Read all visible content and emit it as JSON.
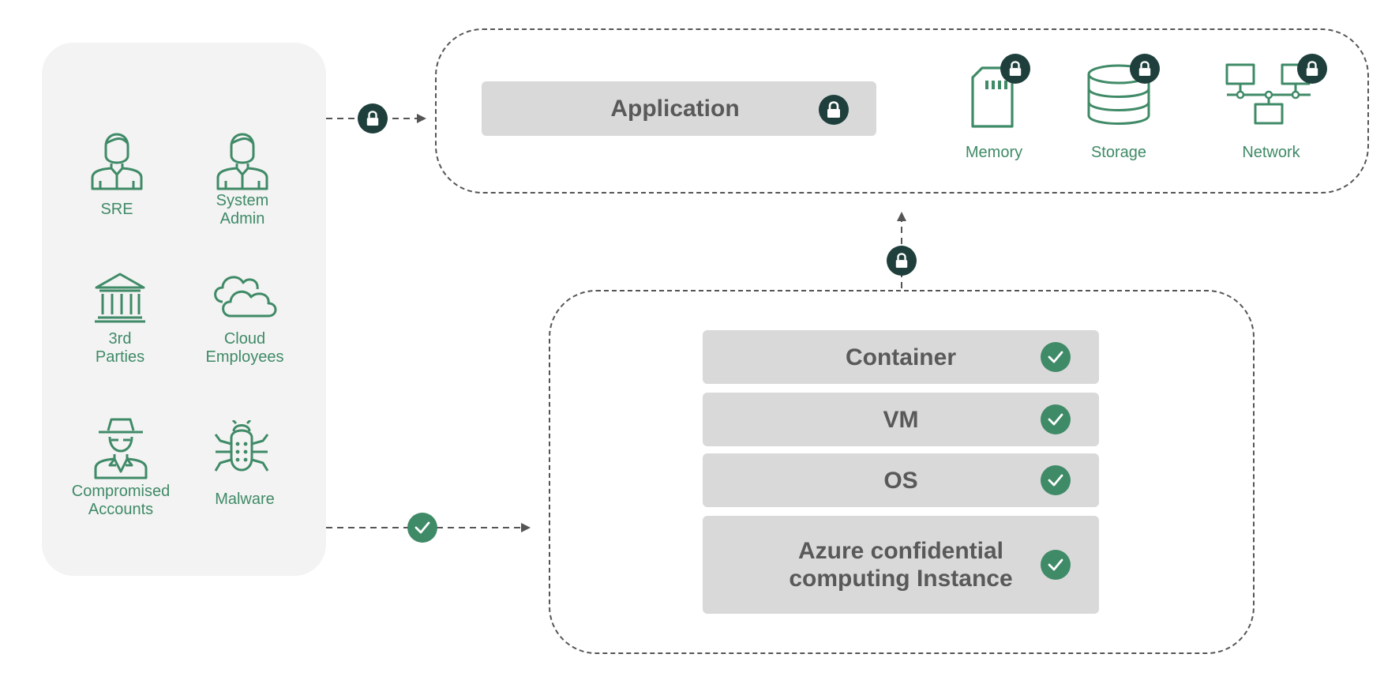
{
  "actors": {
    "sre": "SRE",
    "system_admin": "System\nAdmin",
    "third_parties": "3rd\nParties",
    "cloud_employees": "Cloud\nEmployees",
    "compromised_accounts": "Compromised\nAccounts",
    "malware": "Malware"
  },
  "top_box": {
    "application": "Application",
    "resources": {
      "memory": "Memory",
      "storage": "Storage",
      "network": "Network"
    }
  },
  "bottom_box": {
    "container": "Container",
    "vm": "VM",
    "os": "OS",
    "instance": "Azure confidential\ncomputing Instance"
  },
  "colors": {
    "accent_green": "#3f8a67",
    "lock_dark": "#1e3f3c",
    "bar_grey": "#d9d9d9",
    "panel_grey": "#f3f3f3",
    "dash": "#555555"
  }
}
